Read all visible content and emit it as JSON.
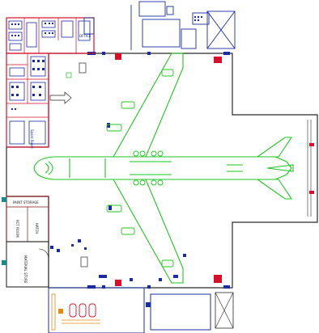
{
  "plan": {
    "rooms": {
      "paint_storage": "PAINT STORAGE",
      "rooms_room": "RCT ROOM",
      "hatch_room": "HATCH",
      "material_store": "MATERIAL STORE",
      "spare_room": "Spare Room",
      "office_label": "OFFICE"
    },
    "colors": {
      "aircraft": "#22c422",
      "offices": "#d4102a",
      "equipment": "#1a2ca0",
      "walls": "#2a2a2a",
      "store_walls": "#8a1010",
      "yard": "#e08a10"
    }
  }
}
